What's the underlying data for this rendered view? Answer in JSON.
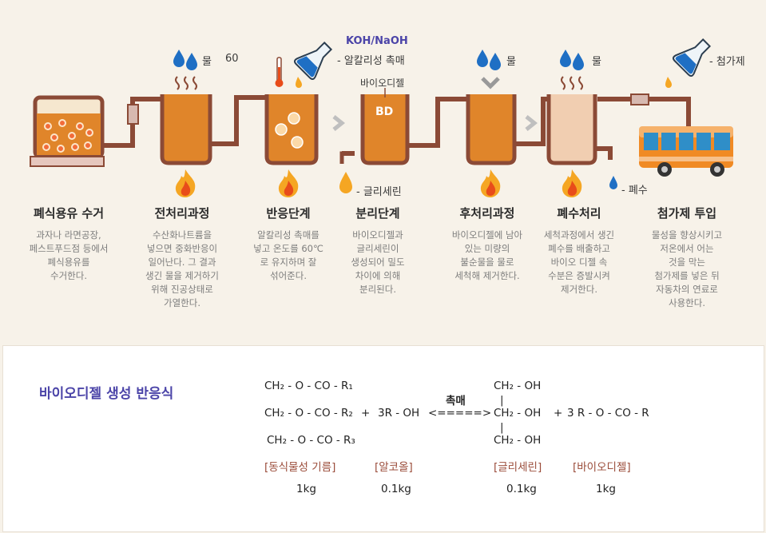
{
  "stages": [
    {
      "title": "폐식용유 수거",
      "desc": "과자나 라면공장,\n페스트푸드점 등에서\n폐식용유를\n수거한다."
    },
    {
      "title": "전처리과정",
      "desc": "수산화나트륨을\n넣으면 중화반응이\n일어난다. 그 결과\n생긴 물을 제거하기\n위해 진공상태로\n가열한다."
    },
    {
      "title": "반응단계",
      "desc": "알칼리성 촉매를\n넣고 온도를 60℃\n로 유지하며 잘\n섞어준다."
    },
    {
      "title": "분리단계",
      "desc": "바이오디젤과\n글리세린이\n생성되어 밀도\n차이에 의해\n분리된다."
    },
    {
      "title": "후처리과정",
      "desc": "바이오디젤에 남아\n있는 미량의\n불순물을 물로\n세척해 제거한다."
    },
    {
      "title": "폐수처리",
      "desc": "세척과정에서 생긴\n폐수를 배출하고\n바이오 디젤 속\n수분은 증발시켜\n제거한다."
    },
    {
      "title": "첨가제 투입",
      "desc": "물성을 향상시키고\n저온에서 어는\n것을 막는\n첨가제를 넣은 뒤\n자동차의 연료로\n사용한다."
    }
  ],
  "labels": {
    "water": "물",
    "sixty": "60",
    "koh": "KOH/NaOH",
    "catalyst": "- 알칼리성 촉매",
    "biodiesel_top": "바이오디젤",
    "bd": "BD",
    "glycerin": "- 글리세린",
    "additive": "- 첨가제",
    "wastewater": "- 폐수"
  },
  "reaction": {
    "title": "바이오디젤 생성 반응식",
    "lhs1": "CH₂ - O - CO - R₁",
    "lhs2": "CH₂ - O - CO - R₂",
    "lhs3": "CH₂ -  O - CO - R₃",
    "plus": "+",
    "alcohol": "3R -  OH",
    "catalyst_label": "촉매",
    "arrow": "<=====>",
    "rhs1": "CH₂ -  OH",
    "rhs2": "CH₂ - OH",
    "rhs3": "CH₂ -  OH",
    "ester": "3 R - O - CO - R",
    "cat_oil": "[동식물성 기름]",
    "cat_alcohol": "[알코올]",
    "cat_glycerin": "[글리세린]",
    "cat_biodiesel": "[바이오디젤]",
    "amt_oil": "1kg",
    "amt_alcohol": "0.1kg",
    "amt_glycerin": "0.1kg",
    "amt_biodiesel": "1kg"
  },
  "colors": {
    "pipe": "#8b4a36",
    "tank": "#e0852a",
    "flame": "#f5a623",
    "drop": "#1f6fc4",
    "accent": "#4b44a8"
  }
}
